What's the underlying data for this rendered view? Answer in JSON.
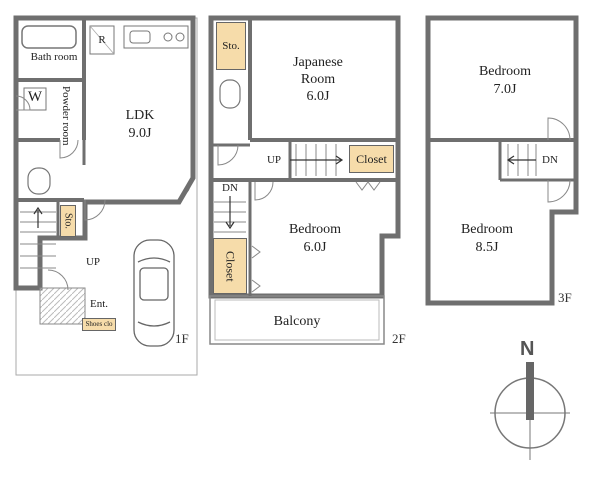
{
  "floors": {
    "f1": {
      "label": "1F",
      "rooms": {
        "bath": "Bath room",
        "washer": "W",
        "powder": "Powder room",
        "ldk": "LDK",
        "ldk_size": "9.0J",
        "fridge": "R",
        "storage": "Sto.",
        "up": "UP",
        "entrance": "Ent.",
        "shoes": "Shoes clo"
      }
    },
    "f2": {
      "label": "2F",
      "rooms": {
        "storage": "Sto.",
        "japanese_line1": "Japanese",
        "japanese_line2": "Room",
        "japanese_size": "6.0J",
        "up": "UP",
        "closet_top": "Closet",
        "dn": "DN",
        "bedroom": "Bedroom",
        "bedroom_size": "6.0J",
        "closet_side": "Closet",
        "balcony": "Balcony"
      }
    },
    "f3": {
      "label": "3F",
      "rooms": {
        "bedroom_a": "Bedroom",
        "bedroom_a_size": "7.0J",
        "dn": "DN",
        "bedroom_b": "Bedroom",
        "bedroom_b_size": "8.5J"
      }
    }
  },
  "compass": {
    "label": "N"
  },
  "colors": {
    "wall": "#6f6f6f",
    "wall_light": "#cfcfcf",
    "closet": "#f6dcaa",
    "north": "#555555"
  }
}
